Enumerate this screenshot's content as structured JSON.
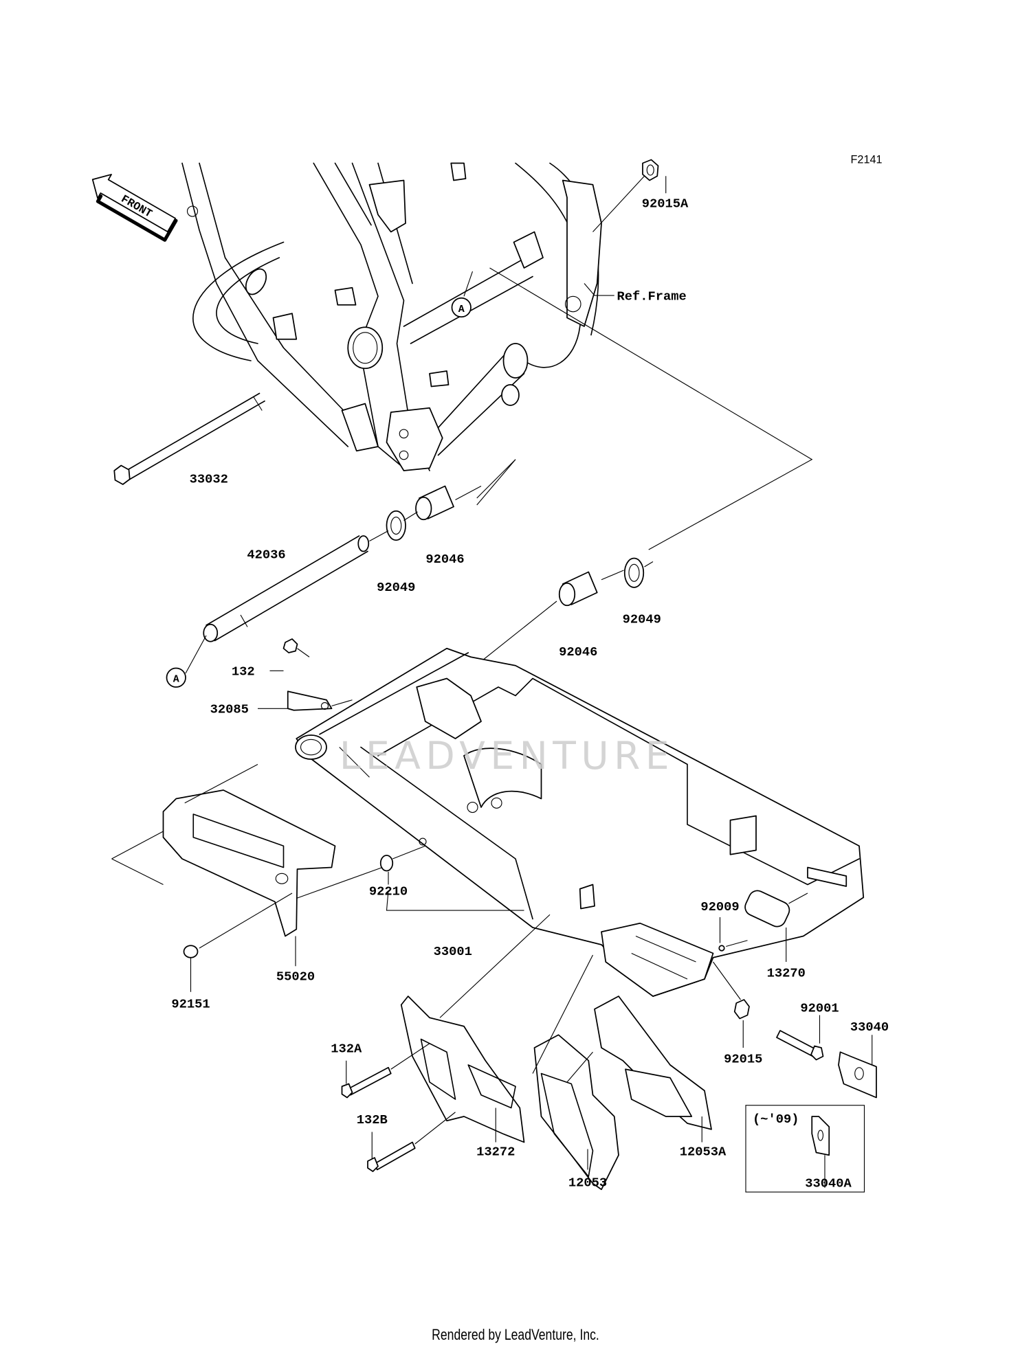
{
  "diagram": {
    "figure_code": "F2141",
    "front_arrow_text": "FRONT",
    "ref_frame_label": "Ref.Frame",
    "reference_marker": "A",
    "watermark": "LEADVENTURE",
    "variant_box_note": "(~'09)",
    "parts": [
      {
        "number": "92015A"
      },
      {
        "number": "33032"
      },
      {
        "number": "42036"
      },
      {
        "number": "92049"
      },
      {
        "number": "92046"
      },
      {
        "number": "92049"
      },
      {
        "number": "92046"
      },
      {
        "number": "132"
      },
      {
        "number": "32085"
      },
      {
        "number": "92210"
      },
      {
        "number": "33001"
      },
      {
        "number": "55020"
      },
      {
        "number": "92151"
      },
      {
        "number": "92009"
      },
      {
        "number": "13270"
      },
      {
        "number": "92001"
      },
      {
        "number": "33040"
      },
      {
        "number": "92015"
      },
      {
        "number": "132A"
      },
      {
        "number": "132B"
      },
      {
        "number": "13272"
      },
      {
        "number": "12053"
      },
      {
        "number": "12053A"
      },
      {
        "number": "33040A"
      }
    ]
  },
  "footer": {
    "text": "Rendered by LeadVenture, Inc."
  }
}
